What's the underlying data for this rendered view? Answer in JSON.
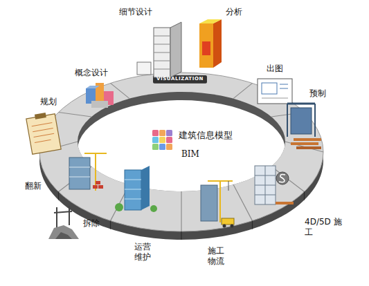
{
  "diagram": {
    "labels": [
      "细节设计",
      "分析",
      "概念设计",
      "出图",
      "预制",
      "规划",
      "VISUALIZATION",
      "建筑信息模型",
      "BIM",
      "翻新",
      "4D/5D 施工",
      "拆除",
      "运营 维护",
      "施工 物流"
    ]
  }
}
